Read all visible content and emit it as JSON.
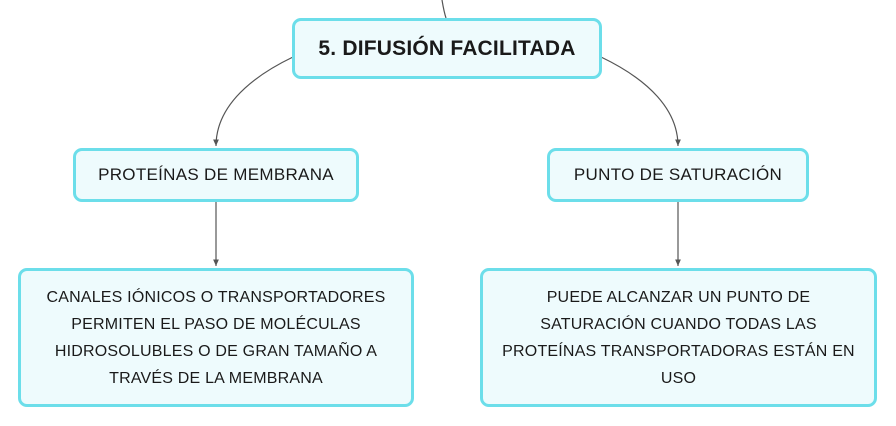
{
  "diagram": {
    "root": {
      "label": "5. DIFUSIÓN FACILITADA"
    },
    "branches": [
      {
        "label": "PROTEÍNAS DE MEMBRANA",
        "detail": "CANALES IÓNICOS O TRANSPORTADORES PERMITEN EL PASO DE MOLÉCULAS HIDROSOLUBLES O DE GRAN TAMAÑO A TRAVÉS DE LA MEMBRANA"
      },
      {
        "label": "PUNTO DE SATURACIÓN",
        "detail": "PUEDE ALCANZAR UN PUNTO DE SATURACIÓN CUANDO TODAS LAS PROTEÍNAS TRANSPORTADORAS ESTÁN EN USO"
      }
    ]
  },
  "colors": {
    "node_border": "#6cdeea",
    "node_fill": "#eefbfd",
    "connector": "#555555",
    "text": "#1a1a1a"
  }
}
